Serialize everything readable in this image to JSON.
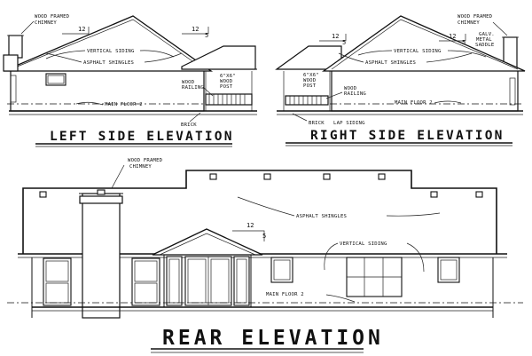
{
  "left_elevation": {
    "title": "LEFT SIDE ELEVATION",
    "chimney_note_line1": "WOOD FRAMED",
    "chimney_note_line2": "CHIMNEY",
    "pitch_left_run": "12",
    "pitch_right_run": "12",
    "pitch_right_rise": "5",
    "siding": "VERTICAL SIDING",
    "shingles": "ASPHALT SHINGLES",
    "post_line1": "6\"X6\"",
    "post_line2": "WOOD",
    "post_line3": "POST",
    "railing_line1": "WOOD",
    "railing_line2": "RAILING",
    "floor": "MAIN FLOOR 2",
    "brick": "BRICK"
  },
  "right_elevation": {
    "title": "RIGHT SIDE ELEVATION",
    "pitch_left_run": "12",
    "pitch_left_rise": "5",
    "pitch_right_run": "12",
    "pitch_right_rise": "5",
    "chimney_note_line1": "WOOD FRAMED",
    "chimney_note_line2": "CHIMNEY",
    "saddle_line1": "GALV.",
    "saddle_line2": "METAL",
    "saddle_line3": "SADDLE",
    "siding": "VERTICAL SIDING",
    "shingles": "ASPHALT SHINGLES",
    "post_line1": "6\"X6\"",
    "post_line2": "WOOD",
    "post_line3": "POST",
    "railing_line1": "WOOD",
    "railing_line2": "RAILING",
    "floor": "MAIN FLOOR 2",
    "brick": "BRICK",
    "lap_siding": "LAP SIDING"
  },
  "rear_elevation": {
    "title": "REAR ELEVATION",
    "chimney_note_line1": "WOOD FRAMED",
    "chimney_note_line2": "CHIMNEY",
    "shingles": "ASPHALT SHINGLES",
    "pitch_run": "12",
    "pitch_rise": "5",
    "siding": "VERTICAL SIDING",
    "floor": "MAIN FLOOR 2"
  }
}
